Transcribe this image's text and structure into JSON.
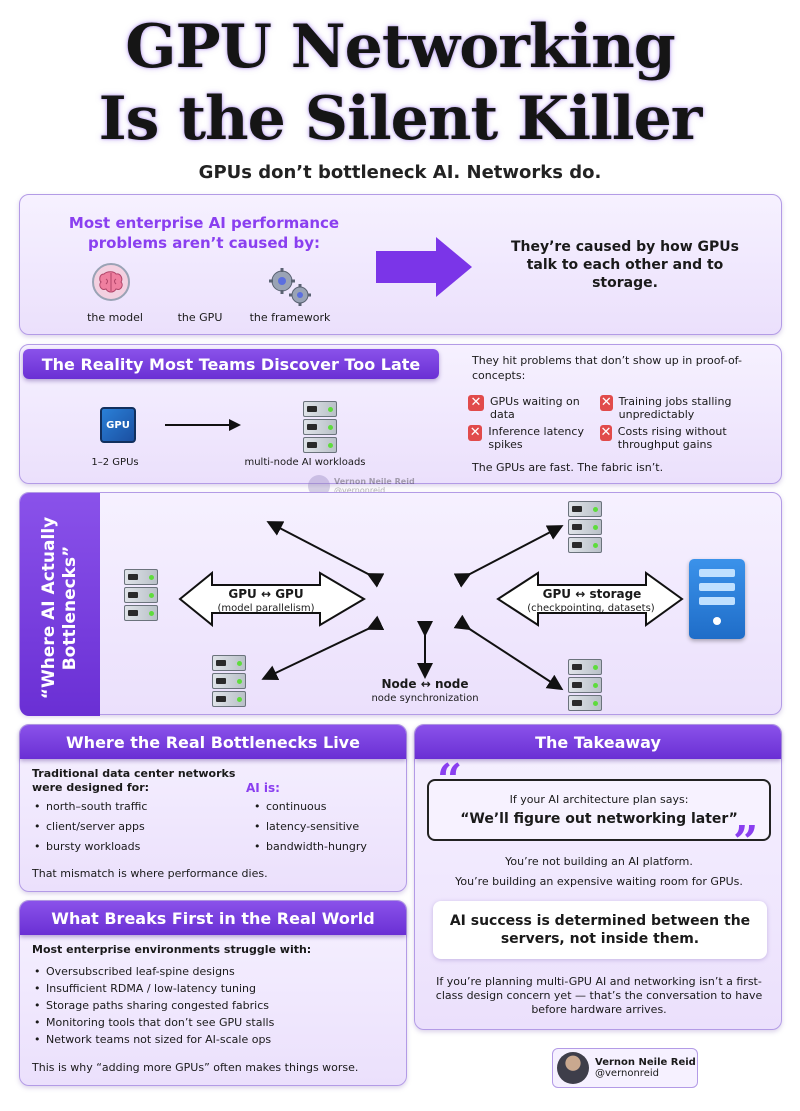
{
  "title": {
    "line1": "GPU Networking",
    "line2": "Is the Silent Killer",
    "subtitle": "GPUs don’t bottleneck AI. Networks do."
  },
  "intro": {
    "heading": "Most enterprise AI performance problems aren’t caused by:",
    "items": [
      "the model",
      "the GPU",
      "the framework"
    ],
    "right_text": "They’re caused by how GPUs talk to each other and to storage."
  },
  "reality": {
    "header": "The Reality Most Teams Discover Too Late",
    "gpu_chip_label": "GPU",
    "left_label": "1–2 GPUs",
    "right_label": "multi-node AI workloads",
    "intro": "They hit problems that don’t show up in proof-of-concepts:",
    "problems": [
      "GPUs waiting on data",
      "Training jobs stalling unpredictably",
      "Inference latency spikes",
      "Costs rising without throughput gains"
    ],
    "footer": "The GPUs are fast. The fabric isn’t.",
    "watermark_name": "Vernon Neile Reid",
    "watermark_handle": "@vernonreid"
  },
  "where": {
    "vertical_label": "“Where AI Actually Bottlenecks”",
    "gpu_gpu_title": "GPU ↔ GPU",
    "gpu_gpu_sub": "(model parallelism)",
    "gpu_storage_title": "GPU ↔ storage",
    "gpu_storage_sub": "(checkpointing, datasets)",
    "node_title": "Node ↔ node",
    "node_sub": "node synchronization"
  },
  "bottlenecks": {
    "header": "Where the Real Bottlenecks Live",
    "traditional_heading": "Traditional data center networks were designed for:",
    "traditional_items": [
      "north–south traffic",
      "client/server apps",
      "bursty workloads"
    ],
    "ai_heading": "AI is:",
    "ai_items": [
      "continuous",
      "latency-sensitive",
      "bandwidth-hungry"
    ],
    "footer": "That mismatch is where performance dies."
  },
  "breaks": {
    "header": "What Breaks First in the Real World",
    "heading": "Most enterprise environments struggle with:",
    "items": [
      "Oversubscribed leaf-spine designs",
      "Insufficient RDMA / low-latency tuning",
      "Storage paths sharing congested fabrics",
      "Monitoring tools that don’t see GPU stalls",
      "Network teams not sized for AI-scale ops"
    ],
    "footer": "This is why “adding more GPUs” often makes things worse."
  },
  "takeaway": {
    "header": "The Takeaway",
    "quote_open": "“",
    "quote_close": "”",
    "quote_intro": "If your AI architecture plan says:",
    "quote_main": "“We’ll figure out networking later”",
    "line1": "You’re not building an AI platform.",
    "line2": "You’re building an expensive waiting room for GPUs.",
    "callout": "AI success is determined between the servers, not inside them.",
    "closing": "If you’re planning multi-GPU AI and networking isn’t a first-class design concern yet — that’s the conversation to have before hardware arrives."
  },
  "author": {
    "name": "Vernon Neile Reid",
    "handle": "@vernonreid"
  },
  "colors": {
    "accent": "#7b3fe4",
    "panel_bg": "#efe6fd",
    "danger": "#e14b4b",
    "storage_blue": "#2f86e0"
  }
}
